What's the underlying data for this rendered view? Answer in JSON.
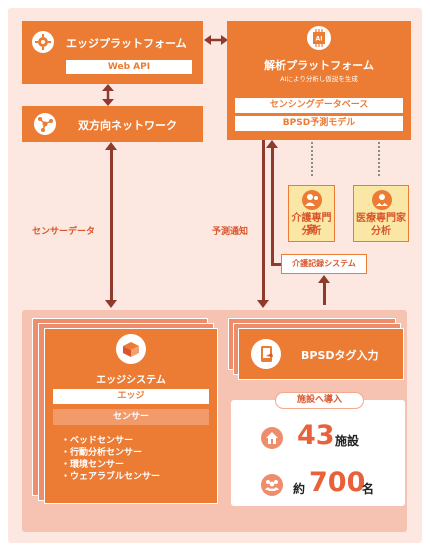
{
  "edge_platform": {
    "title": "エッジプラットフォーム",
    "web_api": "Web API"
  },
  "network": {
    "title": "双方向ネットワーク"
  },
  "analysis_platform": {
    "badge": "AI",
    "title": "解析プラットフォーム",
    "subtitle": "AIにより分析し仮説を生成",
    "rows": [
      "センシングデータベース",
      "BPSD予測モデル"
    ]
  },
  "labels": {
    "sensor_data": "センサーデータ",
    "prediction_notice": "予測通知",
    "care_record": "介護記録システム"
  },
  "experts": [
    {
      "line1": "介護専門家",
      "line2": "分析"
    },
    {
      "line1": "医療専門家",
      "line2": "分析"
    }
  ],
  "edge_system": {
    "title": "エッジシステム",
    "edge_label": "エッジ",
    "sensor_header": "センサー",
    "sensors": [
      "・ベッドセンサー",
      "・行動分析センサー",
      "・環境センサー",
      "・ウェアラブルセンサー"
    ]
  },
  "bpsd_input": {
    "title": "BPSDタグ入力"
  },
  "adoption": {
    "title": "施設へ導入",
    "facilities_number": "43",
    "facilities_unit": "施設",
    "people_prefix": "約",
    "people_number": "700",
    "people_unit": "名"
  },
  "colors": {
    "orange": "#ec7b34",
    "dark_brown": "#8f3a2c",
    "pink_bg": "#fce8e1",
    "salmon": "#ee8d6c",
    "yellow": "#fbe7a5"
  }
}
